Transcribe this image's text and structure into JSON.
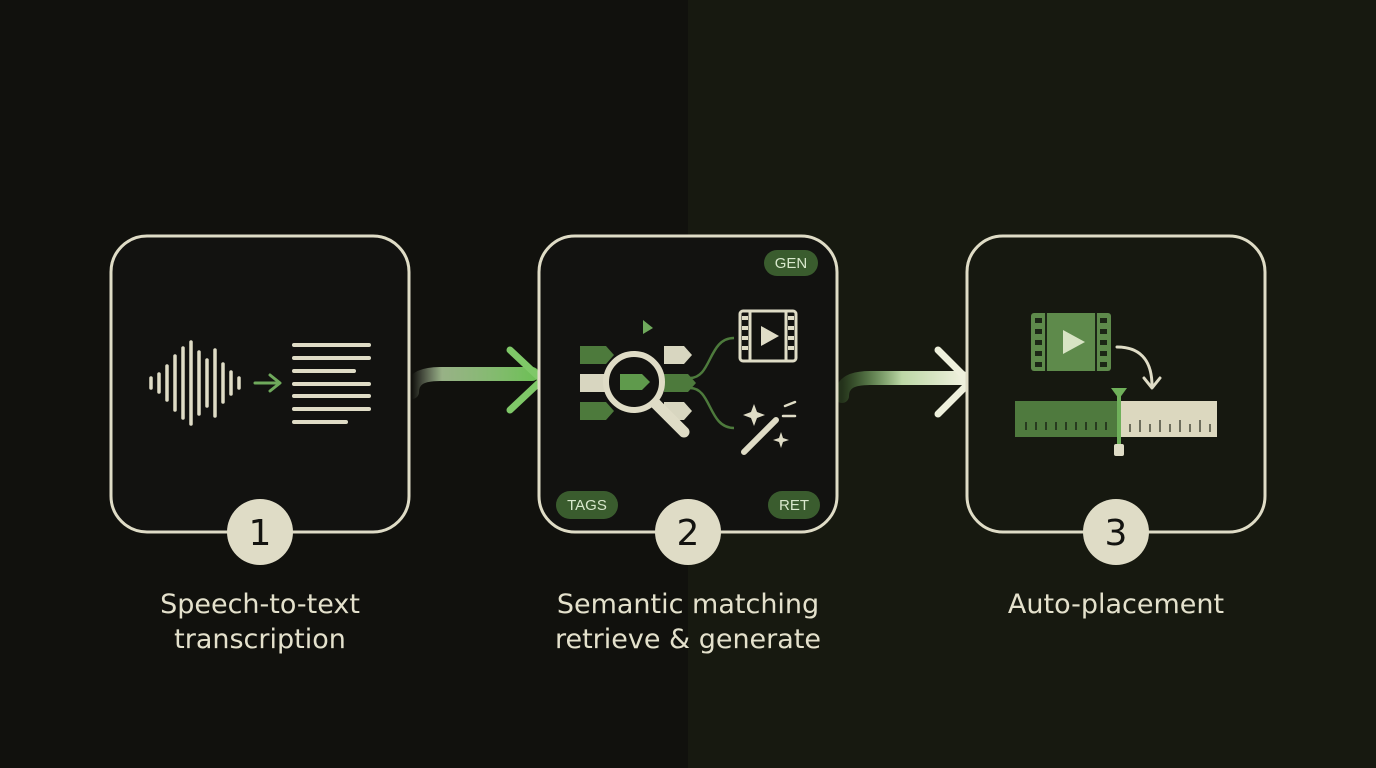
{
  "colors": {
    "outline": "#dfdcc6",
    "cream": "#e4e1cc",
    "green": "#5f8a4e",
    "dark_green": "#2e4a25",
    "light_green": "#8fcf7a",
    "tag_text": "#d8e8cc"
  },
  "steps": [
    {
      "number": "1",
      "title_lines": [
        "Speech-to-text",
        "transcription"
      ],
      "icons": [
        "waveform-icon",
        "arrow-right-icon",
        "text-lines-icon"
      ]
    },
    {
      "number": "2",
      "title_lines": [
        "Semantic matching",
        "retrieve & generate"
      ],
      "tags": {
        "top_right": "GEN",
        "bottom_left": "TAGS",
        "bottom_right": "RET"
      },
      "icons": [
        "tag-cluster-icon",
        "magnifier-icon",
        "film-frame-icon",
        "magic-wand-icon"
      ]
    },
    {
      "number": "3",
      "title_lines": [
        "Auto-placement"
      ],
      "icons": [
        "film-frame-icon",
        "curved-arrow-icon",
        "timeline-icon",
        "playhead-icon"
      ]
    }
  ]
}
